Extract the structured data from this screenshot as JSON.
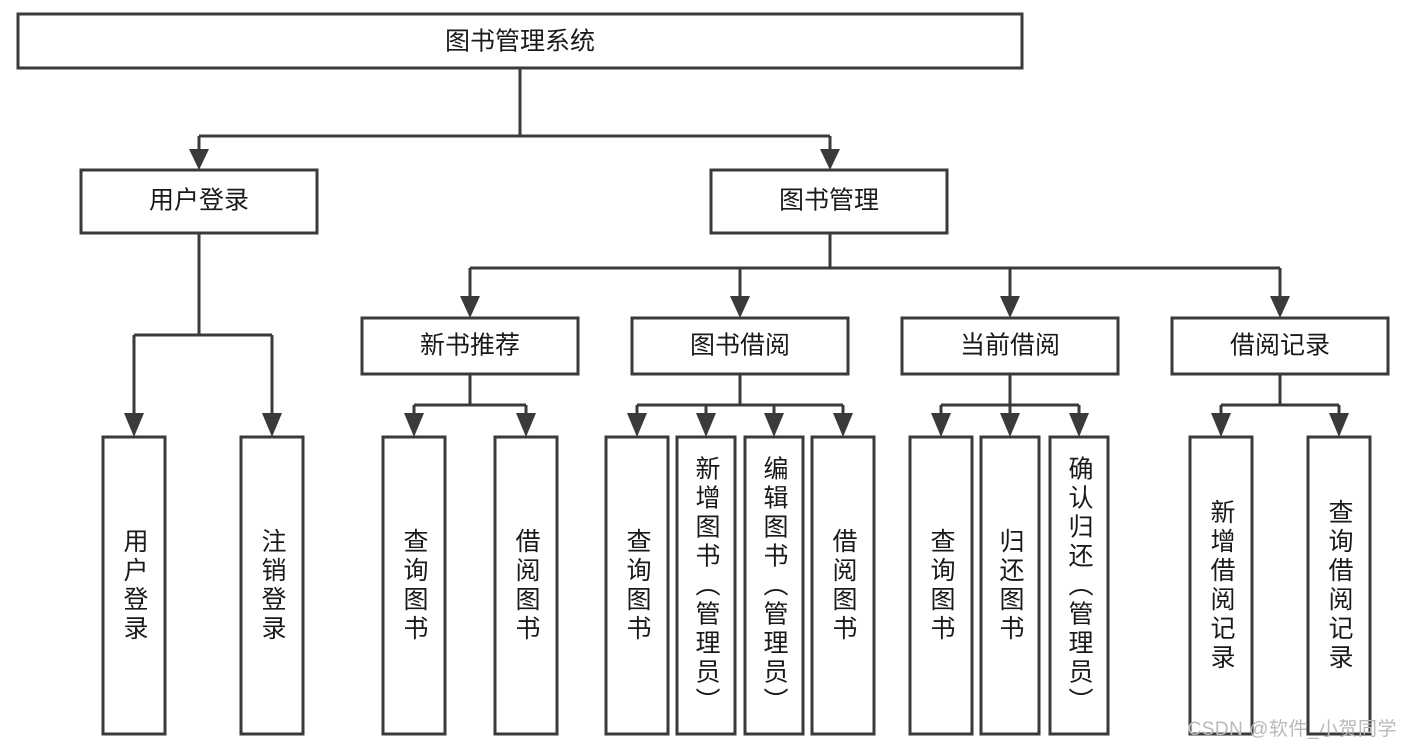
{
  "diagram": {
    "type": "tree-hierarchy",
    "root": {
      "id": "root",
      "label": "图书管理系统"
    },
    "level2": [
      {
        "id": "user-login",
        "label": "用户登录"
      },
      {
        "id": "book-manage",
        "label": "图书管理"
      }
    ],
    "level3": [
      {
        "id": "new-book-recommend",
        "label": "新书推荐",
        "parent": "book-manage"
      },
      {
        "id": "book-borrow",
        "label": "图书借阅",
        "parent": "book-manage"
      },
      {
        "id": "current-borrow",
        "label": "当前借阅",
        "parent": "book-manage"
      },
      {
        "id": "borrow-record",
        "label": "借阅记录",
        "parent": "book-manage"
      }
    ],
    "leaves": [
      {
        "id": "leaf-user-login",
        "label": "用户登录",
        "parent": "user-login"
      },
      {
        "id": "leaf-logout-login",
        "label": "注销登录",
        "parent": "user-login"
      },
      {
        "id": "leaf-query-book-1",
        "label": "查询图书",
        "parent": "new-book-recommend"
      },
      {
        "id": "leaf-borrow-book-1",
        "label": "借阅图书",
        "parent": "new-book-recommend"
      },
      {
        "id": "leaf-query-book-2",
        "label": "查询图书",
        "parent": "book-borrow"
      },
      {
        "id": "leaf-add-book",
        "label": "新增图书（管理员）",
        "parent": "book-borrow"
      },
      {
        "id": "leaf-edit-book",
        "label": "编辑图书（管理员）",
        "parent": "book-borrow"
      },
      {
        "id": "leaf-borrow-book-2",
        "label": "借阅图书",
        "parent": "book-borrow"
      },
      {
        "id": "leaf-query-book-3",
        "label": "查询图书",
        "parent": "current-borrow"
      },
      {
        "id": "leaf-return-book",
        "label": "归还图书",
        "parent": "current-borrow"
      },
      {
        "id": "leaf-confirm-return",
        "label": "确认归还（管理员）",
        "parent": "current-borrow"
      },
      {
        "id": "leaf-add-record",
        "label": "新增借阅记录",
        "parent": "borrow-record"
      },
      {
        "id": "leaf-query-record",
        "label": "查询借阅记录",
        "parent": "borrow-record"
      }
    ]
  },
  "watermark": {
    "text": "CSDN @软件_小贺同学"
  },
  "colors": {
    "stroke": "#3a3a3a",
    "fill": "#ffffff",
    "text": "#1a1a1a",
    "watermark": "#b9b9b9"
  }
}
